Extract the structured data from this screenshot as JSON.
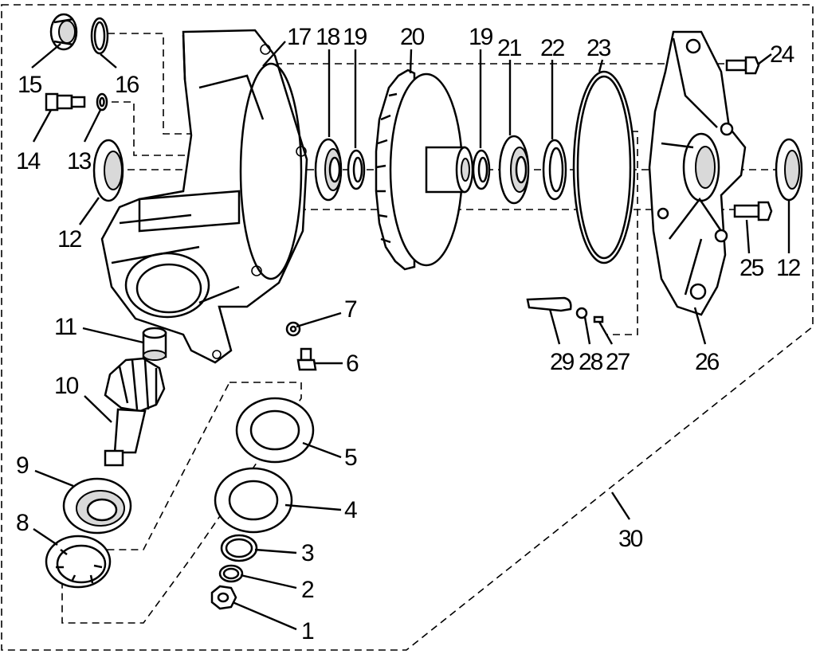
{
  "diagram": {
    "type": "exploded-parts-view",
    "callouts": [
      "1",
      "2",
      "3",
      "4",
      "5",
      "6",
      "7",
      "8",
      "9",
      "10",
      "11",
      "12",
      "12",
      "13",
      "14",
      "15",
      "16",
      "17",
      "18",
      "19",
      "19",
      "20",
      "21",
      "22",
      "23",
      "24",
      "25",
      "26",
      "27",
      "28",
      "29",
      "30"
    ]
  }
}
